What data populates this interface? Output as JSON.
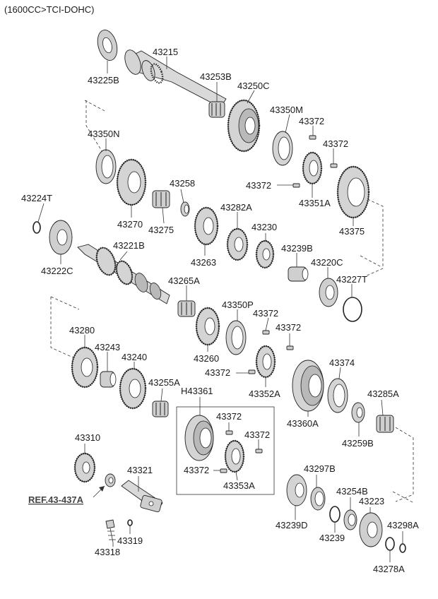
{
  "header": "(1600CC>TCI-DOHC)",
  "reference": "REF.43-437A",
  "parts": {
    "p43225B": "43225B",
    "p43215": "43215",
    "p43253B": "43253B",
    "p43250C": "43250C",
    "p43350M": "43350M",
    "p43372a": "43372",
    "p43372b": "43372",
    "p43350N": "43350N",
    "p43258": "43258",
    "p43372c": "43372",
    "p43351A": "43351A",
    "p43224T": "43224T",
    "p43270": "43270",
    "p43275": "43275",
    "p43282A": "43282A",
    "p43230": "43230",
    "p43375": "43375",
    "p43222C": "43222C",
    "p43221B": "43221B",
    "p43263": "43263",
    "p43239B": "43239B",
    "p43220C": "43220C",
    "p43265A": "43265A",
    "p43227T": "43227T",
    "p43350P": "43350P",
    "p43372d": "43372",
    "p43280": "43280",
    "p43372e": "43372",
    "p43243": "43243",
    "p43240": "43240",
    "p43260": "43260",
    "p43372f": "43372",
    "p43374": "43374",
    "p43352A": "43352A",
    "p43255A": "43255A",
    "pH43361": "H43361",
    "p43285A": "43285A",
    "p43360A": "43360A",
    "p43372g": "43372",
    "p43372h": "43372",
    "p43259B": "43259B",
    "p43310": "43310",
    "p43372i": "43372",
    "p43321": "43321",
    "p43297B": "43297B",
    "p43353A": "43353A",
    "p43254B": "43254B",
    "p43223": "43223",
    "p43298A": "43298A",
    "p43239D": "43239D",
    "p43239": "43239",
    "p43318": "43318",
    "p43319": "43319",
    "p43278A": "43278A"
  }
}
